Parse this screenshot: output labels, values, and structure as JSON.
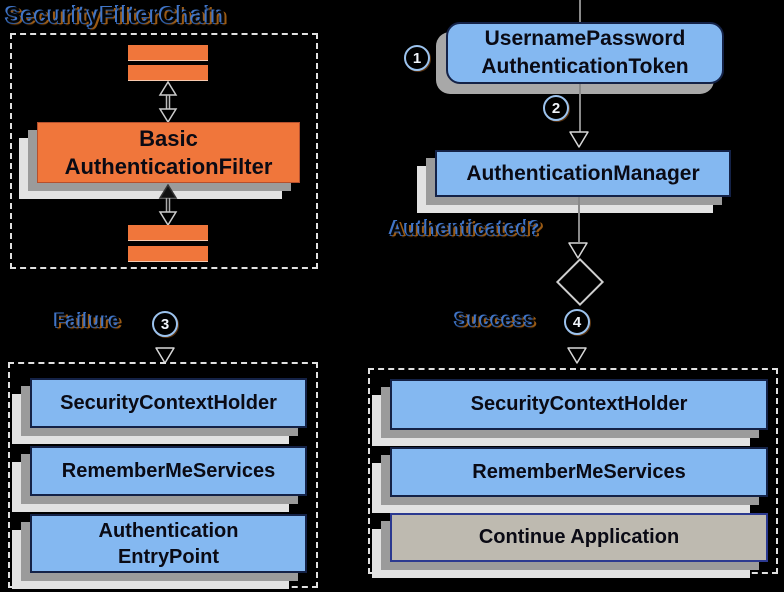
{
  "colors": {
    "background": "#000000",
    "orange": "#f0763b",
    "blue": "#84b8f1",
    "navy_border": "#142247",
    "shadow_gray": "#9b9b9b",
    "shadow_light": "#e2e2e2",
    "tan": "#bebab0",
    "tan_border": "#2b3990",
    "dashed_border": "#e0e0e0"
  },
  "filter_chain": {
    "title": "SecurityFilterChain",
    "filter_line1": "Basic",
    "filter_line2": "AuthenticationFilter"
  },
  "flow": {
    "token_line1": "UsernamePassword",
    "token_line2": "AuthenticationToken",
    "manager": "AuthenticationManager",
    "question": "Authenticated?",
    "failure": "Failure",
    "success": "Success",
    "step1": "1",
    "step2": "2",
    "step3": "3",
    "step4": "4"
  },
  "failure_branch": {
    "box1": "SecurityContextHolder",
    "box2": "RememberMeServices",
    "box3_line1": "Authentication",
    "box3_line2": "EntryPoint"
  },
  "success_branch": {
    "box1": "SecurityContextHolder",
    "box2": "RememberMeServices",
    "box3": "Continue Application"
  }
}
